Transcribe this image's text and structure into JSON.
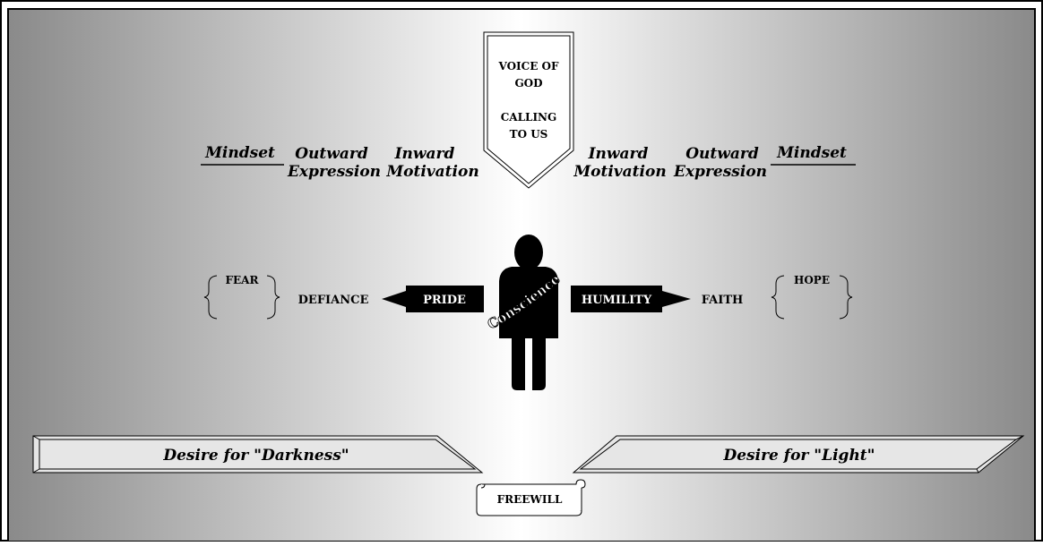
{
  "top_banner": {
    "line1": "VOICE OF",
    "line2": "GOD",
    "line3": "CALLING",
    "line4": "TO US"
  },
  "left_headers": {
    "mindset": "Mindset",
    "outward_1": "Outward",
    "outward_2": "Expression",
    "inward_1": "Inward",
    "inward_2": "Motivation"
  },
  "right_headers": {
    "inward_1": "Inward",
    "inward_2": "Motivation",
    "outward_1": "Outward",
    "outward_2": "Expression",
    "mindset": "Mindset"
  },
  "left_side": {
    "mindset": "FEAR",
    "expression": "DEFIANCE",
    "motivation": "PRIDE"
  },
  "right_side": {
    "motivation": "HUMILITY",
    "expression": "FAITH",
    "mindset": "HOPE"
  },
  "figure_label": "Conscience",
  "left_platform": "Desire for \"Darkness\"",
  "right_platform": "Desire for \"Light\"",
  "scroll_label": "FREEWILL",
  "colors": {
    "frame": "#000000",
    "panel_light": "#ffffff",
    "panel_dark": "#8c8c8c",
    "shape_fill": "#e4e4e4",
    "black": "#000000"
  }
}
